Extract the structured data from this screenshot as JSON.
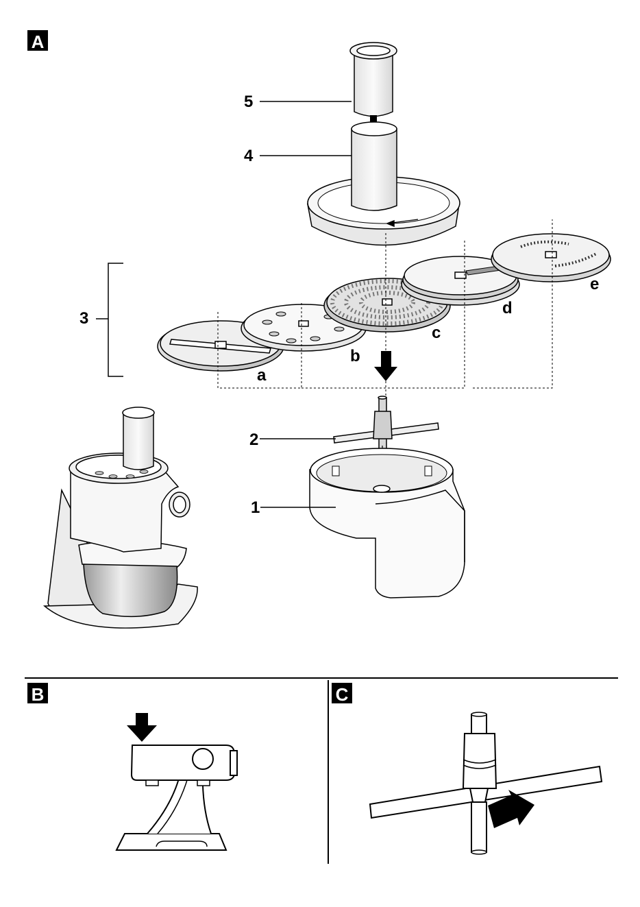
{
  "sections": {
    "a": "A",
    "b": "B",
    "c": "C"
  },
  "part_labels": {
    "p1": "1",
    "p2": "2",
    "p3": "3",
    "p4": "4",
    "p5": "5"
  },
  "disc_labels": {
    "a": "a",
    "b": "b",
    "c": "c",
    "d": "d",
    "e": "e"
  },
  "icons": [
    "arrow-down-icon",
    "arrow-diagonal-icon"
  ],
  "colors": {
    "ink": "#000000",
    "paper": "#ffffff",
    "plastic": "#f4f4f4",
    "metal": "#d9d9d9",
    "shade": "#bdbdbd"
  }
}
